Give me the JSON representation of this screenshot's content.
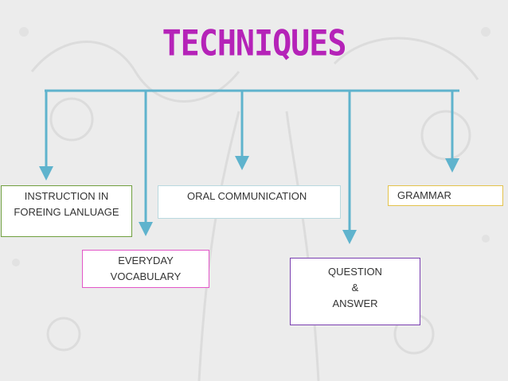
{
  "title": "TECHNIQUES",
  "colors": {
    "title": "#b523b8",
    "connector": "#5fb3cd",
    "background": "#ececec"
  },
  "nodes": {
    "instruction": {
      "lines": [
        "INSTRUCTION IN",
        "FOREING LANLUAGE"
      ]
    },
    "oral": {
      "lines": [
        "ORAL COMMUNICATION"
      ]
    },
    "grammar": {
      "lines": [
        "GRAMMAR"
      ]
    },
    "everyday": {
      "lines": [
        "EVERYDAY",
        "VOCABULARY"
      ]
    },
    "question": {
      "lines": [
        "QUESTION",
        "&",
        "ANSWER"
      ]
    }
  }
}
